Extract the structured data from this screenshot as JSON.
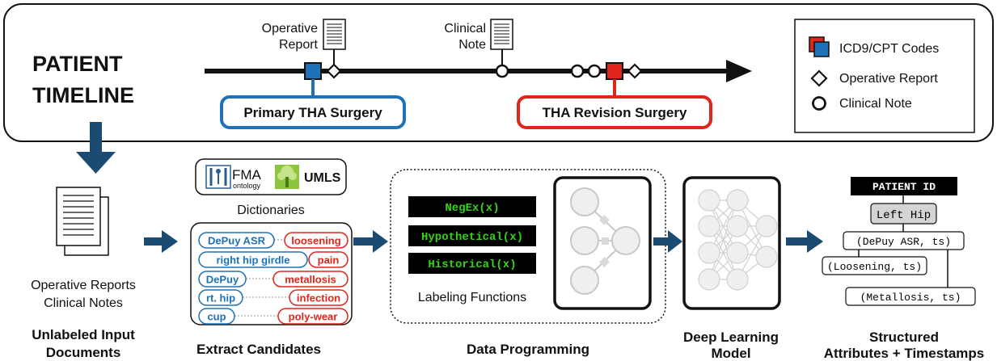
{
  "timeline": {
    "title_line1": "PATIENT",
    "title_line2": "TIMELINE",
    "doc_labels": {
      "operative_line1": "Operative",
      "operative_line2": "Report",
      "clinical_line1": "Clinical",
      "clinical_line2": "Note"
    },
    "events": {
      "primary": "Primary THA Surgery",
      "revision": "THA Revision Surgery"
    },
    "legend": {
      "codes": "ICD9/CPT Codes",
      "operative": "Operative Report",
      "clinical": "Clinical Note"
    },
    "colors": {
      "primary": "#1d72b8",
      "revision": "#e0251b"
    }
  },
  "pipeline": {
    "input": {
      "line1": "Operative Reports",
      "line2": "Clinical Notes",
      "caption_line1": "Unlabeled Input",
      "caption_line2": "Documents"
    },
    "ontologies": {
      "fma": "FMA",
      "fma_sub": "ontology",
      "umls": "UMLS"
    },
    "dictionaries_label": "Dictionaries",
    "candidates": [
      {
        "left": "DePuy ASR",
        "right": "loosening"
      },
      {
        "left": "right hip girdle",
        "right": "pain"
      },
      {
        "left": "DePuy",
        "right": "metallosis"
      },
      {
        "left": "rt. hip",
        "right": "infection"
      },
      {
        "left": "cup",
        "right": "poly-wear"
      }
    ],
    "extract_caption": "Extract Candidates",
    "labeling_functions": [
      "NegEx(x)",
      "Hypothetical(x)",
      "Historical(x)"
    ],
    "labeling_caption": "Labeling Functions",
    "data_programming_caption": "Data Programming",
    "deep_learning_caption_line1": "Deep Learning",
    "deep_learning_caption_line2": "Model",
    "structured": {
      "patient_id": "PATIENT ID",
      "left_hip": "Left Hip",
      "depuy": "(DePuy ASR, ts)",
      "loosening": "(Loosening, ts)",
      "metallosis": "(Metallosis, ts)",
      "caption_line1": "Structured",
      "caption_line2": "Attributes + Timestamps"
    },
    "colors": {
      "arrow": "#1b4a72",
      "lf_text": "#33d414"
    }
  }
}
